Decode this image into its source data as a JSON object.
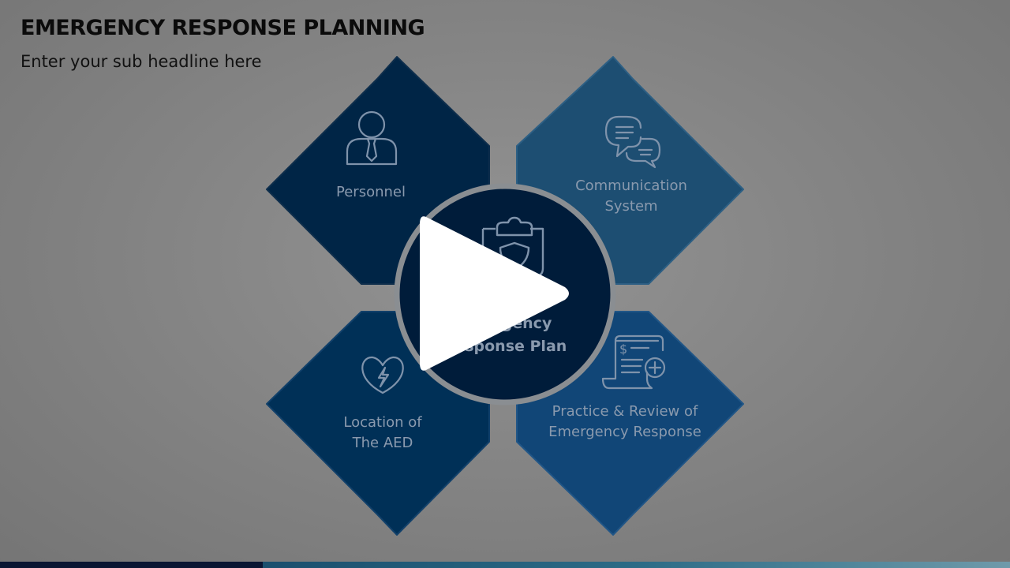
{
  "header": {
    "title": "EMERGENCY RESPONSE PLANNING",
    "subtitle": "Enter your sub headline here"
  },
  "center": {
    "label_lines": [
      "Emergency",
      "Response Plan"
    ],
    "icon": "clipboard-shield-icon",
    "color": "#001c3a"
  },
  "tiles": [
    {
      "id": "personnel",
      "label_lines": [
        "Personnel"
      ],
      "icon": "person-tie-icon",
      "color": "#002546"
    },
    {
      "id": "communication",
      "label_lines": [
        "Communication",
        "System"
      ],
      "icon": "chat-bubbles-icon",
      "color": "#1d4e72"
    },
    {
      "id": "aed",
      "label_lines": [
        "Location of",
        "The AED"
      ],
      "icon": "heart-bolt-icon",
      "color": "#003057"
    },
    {
      "id": "practice",
      "label_lines": [
        "Practice & Review of",
        "Emergency Response"
      ],
      "icon": "document-medical-icon",
      "color": "#114677"
    }
  ],
  "overlay": {
    "play_button": "play-icon"
  },
  "colors": {
    "label_text": "#8a9aae",
    "icon_stroke": "#7f93ab",
    "bar_dark": "#0a1633",
    "bar_teal": "#2b6b86"
  }
}
